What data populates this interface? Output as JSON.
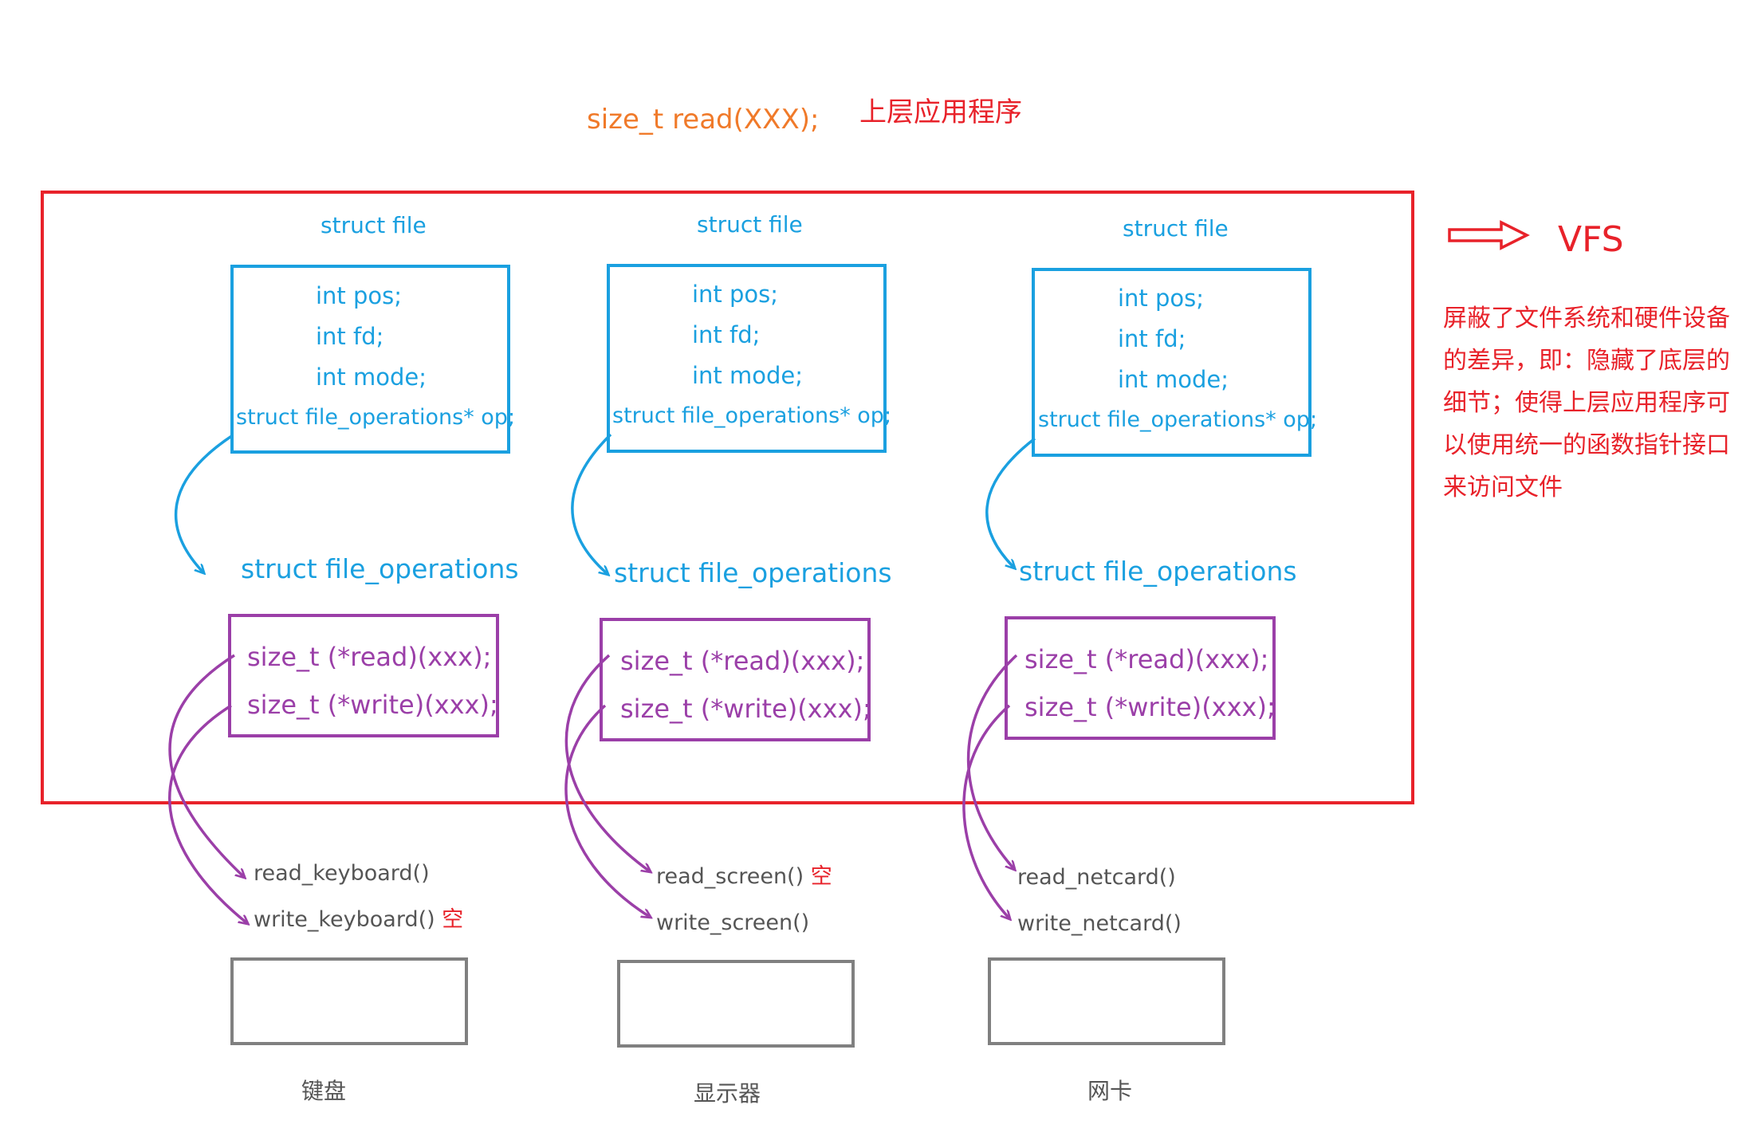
{
  "header": {
    "syscall": "size_t read(XXX);",
    "layer_label": "上层应用程序"
  },
  "vfs": {
    "label": "VFS",
    "description": "屏蔽了文件系统和硬件设备的差异，即：隐藏了底层的细节；使得上层应用程序可以使用统一的函数指针接口来访问文件"
  },
  "columns": [
    {
      "struct_title": "struct file",
      "fields": [
        "int pos;",
        "int fd;",
        "int mode;",
        "struct file_operations* op;"
      ],
      "ops_title": "struct file_operations",
      "ops": [
        "size_t (*read)(xxx);",
        "size_t  (*write)(xxx);"
      ],
      "driver_read": "read_keyboard()",
      "driver_read_note": "",
      "driver_write": "write_keyboard()",
      "driver_write_note": "空",
      "device": "键盘"
    },
    {
      "struct_title": "struct file",
      "fields": [
        "int pos;",
        "int fd;",
        "int mode;",
        "struct file_operations* op;"
      ],
      "ops_title": "struct file_operations",
      "ops": [
        "size_t (*read)(xxx);",
        "size_t  (*write)(xxx);"
      ],
      "driver_read": "read_screen()",
      "driver_read_note": "空",
      "driver_write": "write_screen()",
      "driver_write_note": "",
      "device": "显示器"
    },
    {
      "struct_title": "struct file",
      "fields": [
        "int pos;",
        "int fd;",
        "int mode;",
        "struct file_operations* op;"
      ],
      "ops_title": "struct file_operations",
      "ops": [
        "size_t (*read)(xxx);",
        "size_t  (*write)(xxx);"
      ],
      "driver_read": "read_netcard()",
      "driver_read_note": "",
      "driver_write": "write_netcard()",
      "driver_write_note": "",
      "device": "网卡"
    }
  ],
  "colors": {
    "vfs_border": "#e8222a",
    "struct_border": "#1aa0e0",
    "ops_border": "#9b3fa8",
    "device_border": "#808080",
    "syscall_text": "#f07a2a"
  }
}
